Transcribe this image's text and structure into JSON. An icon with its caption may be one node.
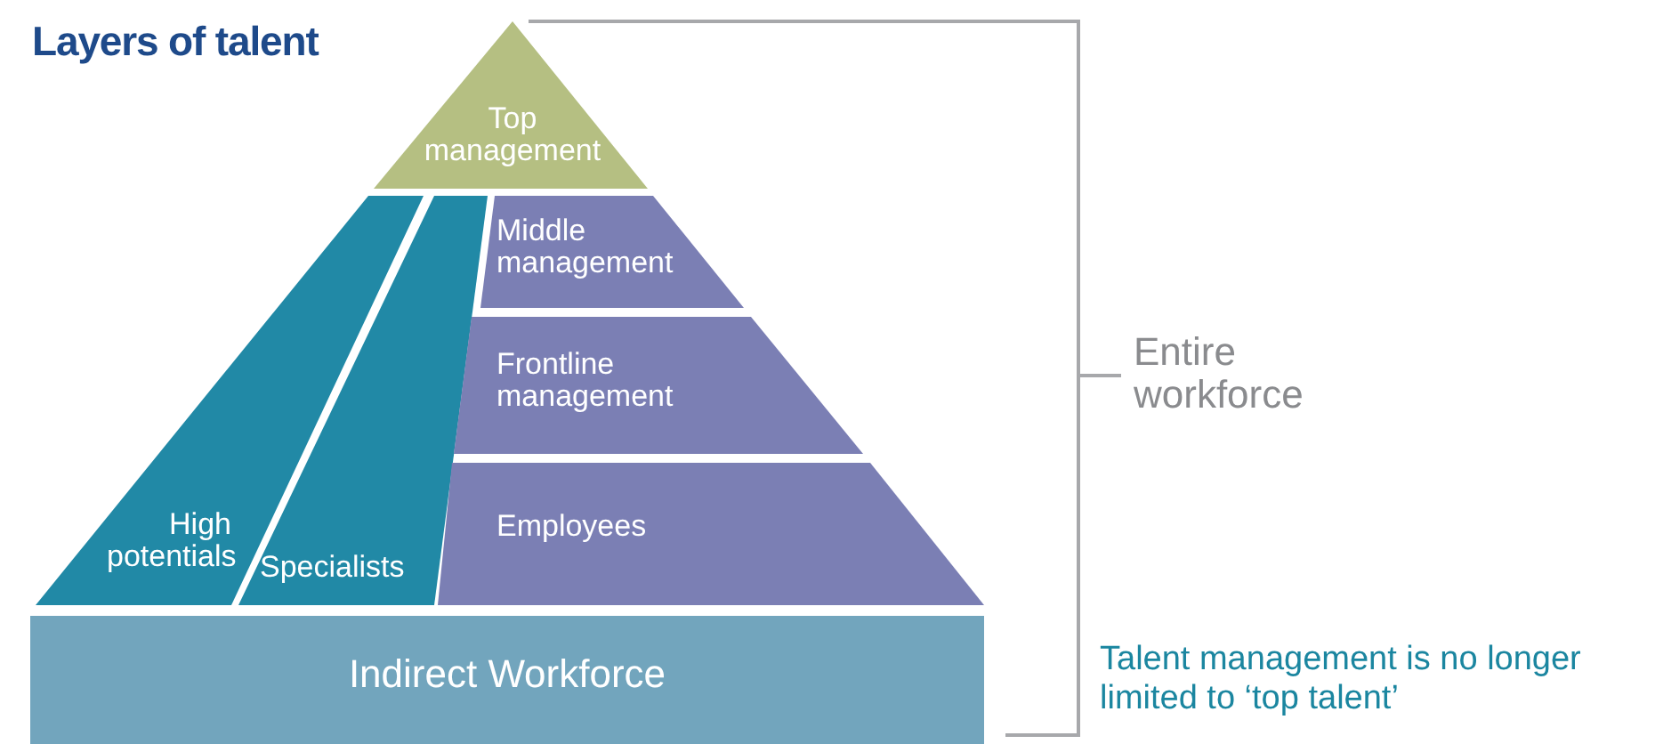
{
  "diagram": {
    "title": "Layers of talent",
    "nodes": [
      {
        "text": [
          "Top management"
        ]
      },
      {
        "text": [
          "High potentials"
        ]
      },
      {
        "text": [
          "Specialists"
        ]
      },
      {
        "text": [
          "Middle management"
        ]
      },
      {
        "text": [
          "Frontline management"
        ]
      },
      {
        "text": [
          "Employees"
        ]
      },
      {
        "text": [
          "Indirect Workforce"
        ]
      }
    ],
    "labels": [
      "Entire workforce",
      "Talent management is no longer limited to ‘top talent’"
    ]
  }
}
